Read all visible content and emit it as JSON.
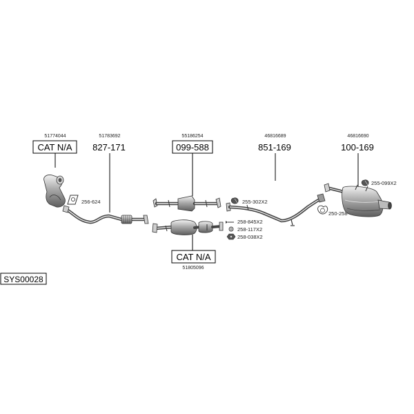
{
  "system_code": "SYS00028",
  "labels": {
    "p1_ref": "51774044",
    "p1_code": "CAT N/A",
    "p2_ref": "51783692",
    "p2_code": "827-171",
    "p3_ref": "55186254",
    "p3_code": "099-588",
    "p4_ref": "46816689",
    "p4_code": "851-169",
    "p5_ref": "46816690",
    "p5_code": "100-169",
    "p6_code": "CAT N/A",
    "p6_ref": "51805096"
  },
  "accessories": {
    "a1": "256-624",
    "a2": "255-302X2",
    "a3": "258-845X2",
    "a4": "258-117X2",
    "a5": "258-038X2",
    "a6": "250-258",
    "a7": "255-099X2"
  }
}
